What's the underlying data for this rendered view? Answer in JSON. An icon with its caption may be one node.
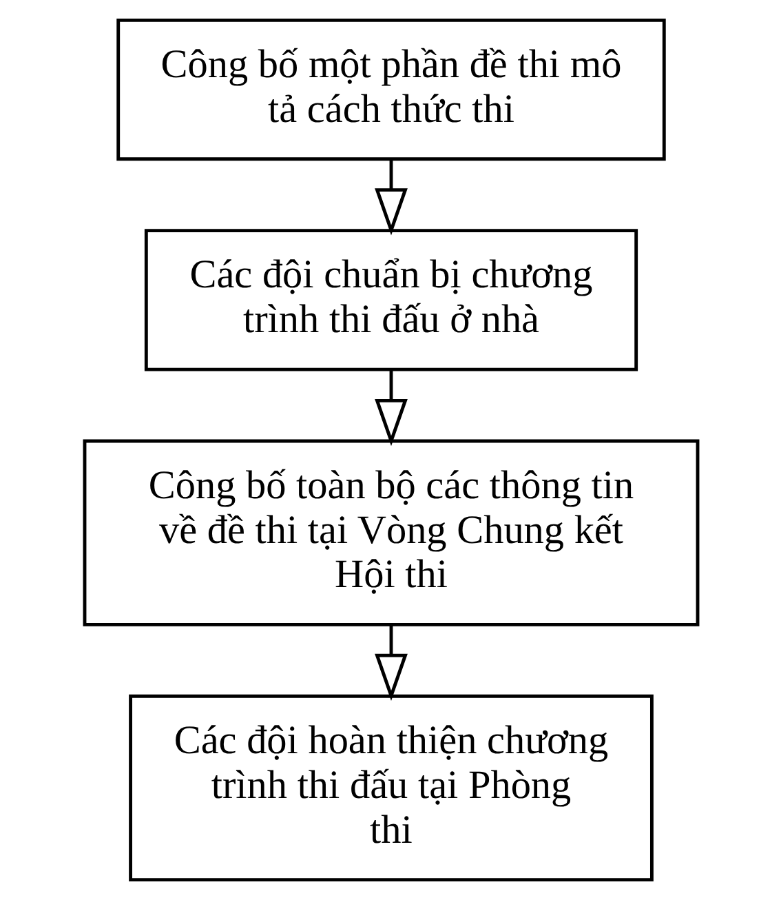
{
  "diagram": {
    "nodes": [
      {
        "text": [
          "Công bố một phần đề thi mô tả cách thức thi"
        ]
      },
      {
        "text": [
          "Các đội chuẩn bị chương trình thi đấu ở nhà"
        ]
      },
      {
        "text": [
          "Công bố toàn bộ các thông tin về đề thi tại Vòng Chung kết Hội thi"
        ]
      },
      {
        "text": [
          "Các đội hoàn thiện chương trình thi đấu tại Phòng thi"
        ]
      }
    ],
    "edges": [
      {
        "from": 0,
        "to": 1,
        "arrow": "to"
      },
      {
        "from": 1,
        "to": 2,
        "arrow": "to"
      },
      {
        "from": 2,
        "to": 3,
        "arrow": "to"
      }
    ]
  }
}
